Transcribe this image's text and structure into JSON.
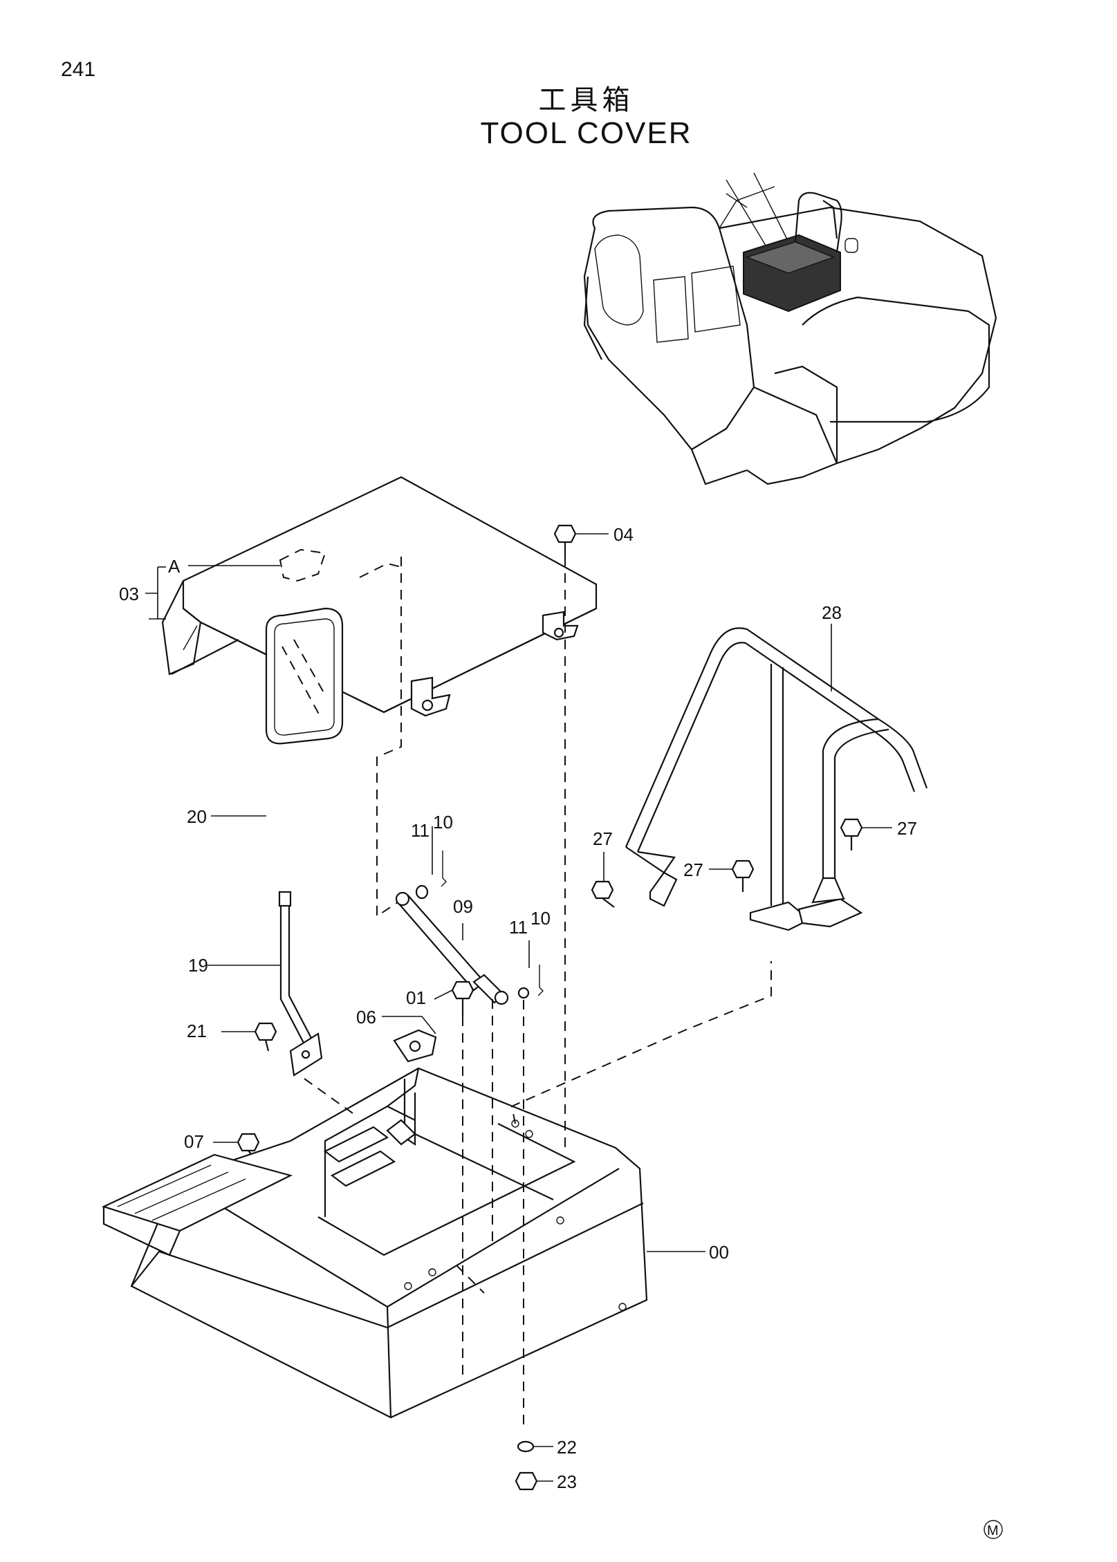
{
  "page_number": "241",
  "title_cn": "工具箱",
  "title_en": "TOOL COVER",
  "detail_label": "A",
  "part_labels": {
    "p00": "00",
    "p01": "01",
    "p03": "03",
    "p04": "04",
    "p06": "06",
    "p07": "07",
    "p09": "09",
    "p10a": "10",
    "p10b": "10",
    "p11a": "11",
    "p11b": "11",
    "p19": "19",
    "p20": "20",
    "p21": "21",
    "p22": "22",
    "p23": "23",
    "p27a": "27",
    "p27b": "27",
    "p27c": "27",
    "p28": "28"
  },
  "corner_mark": "M"
}
